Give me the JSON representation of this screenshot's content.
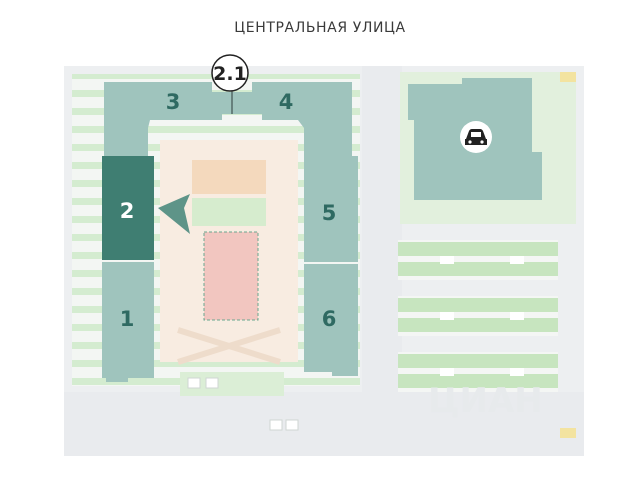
{
  "street_name": "ЦЕНТРАЛЬНАЯ УЛИЦА",
  "stage_label": "2.1",
  "buildings": [
    {
      "id": "1",
      "label": "1",
      "selected": false
    },
    {
      "id": "2",
      "label": "2",
      "selected": true
    },
    {
      "id": "3",
      "label": "3",
      "selected": false
    },
    {
      "id": "4",
      "label": "4",
      "selected": false
    },
    {
      "id": "5",
      "label": "5",
      "selected": false
    },
    {
      "id": "6",
      "label": "6",
      "selected": false
    }
  ],
  "parking_icon": "car-icon",
  "watermark": "ЦИАН",
  "colors": {
    "building": "#9fc4bd",
    "building_selected": "#3f7e72",
    "lawn": "#d8ecd3",
    "road": "#eceef0",
    "pavement": "#f8ede2",
    "playground": "#f4d9bd",
    "sports_field": "#f2c5bf",
    "parking_stripe": "#bfe0b5"
  }
}
